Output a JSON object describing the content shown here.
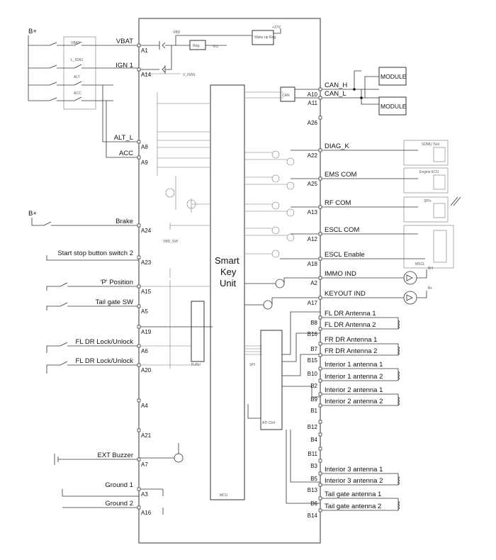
{
  "unit_title": [
    "Smart",
    "Key",
    "Unit"
  ],
  "mcu_label": "MCU",
  "supply": {
    "b_plus": "B+",
    "vbd": "VBD",
    "plus37v": "+37V",
    "vcc": "Vcc",
    "reg": "Reg.",
    "wakeup": "Wake up Reg.",
    "v_ign1": "V_IGN1",
    "vbd_sw": "VBD_SW"
  },
  "switches": [
    "VBAT",
    "L_IGN1",
    "ALT",
    "ACC"
  ],
  "left_pins": [
    {
      "signal": "VBAT",
      "pin": "A1"
    },
    {
      "signal": "IGN 1",
      "pin": "A14"
    },
    {
      "signal": "ALT_L",
      "pin": "A8"
    },
    {
      "signal": "ACC",
      "pin": "A9"
    },
    {
      "signal": "Brake",
      "pin": "A24"
    },
    {
      "signal": "Start stop button switch 2",
      "pin": "A23"
    },
    {
      "signal": "'P' Position",
      "pin": "A15"
    },
    {
      "signal": "Tail gate SW",
      "pin": "A5"
    },
    {
      "signal": "",
      "pin": "A19"
    },
    {
      "signal": "FL DR Lock/Unlock",
      "pin": "A6"
    },
    {
      "signal": "FL DR Lock/Unlock",
      "pin": "A20"
    },
    {
      "signal": "",
      "pin": "A4"
    },
    {
      "signal": "",
      "pin": "A21"
    },
    {
      "signal": "EXT Buzzer",
      "pin": "A7"
    },
    {
      "signal": "Ground 1",
      "pin": "A3"
    },
    {
      "signal": "Ground 2",
      "pin": "A16"
    }
  ],
  "right_pins": [
    {
      "signal": "CAN_H",
      "pin": "A10"
    },
    {
      "signal": "CAN_L",
      "pin": "A11"
    },
    {
      "signal": "",
      "pin": "A26"
    },
    {
      "signal": "DIAG_K",
      "pin": "A22"
    },
    {
      "signal": "EMS COM",
      "pin": "A25"
    },
    {
      "signal": "RF COM",
      "pin": "A13"
    },
    {
      "signal": "ESCL COM",
      "pin": "A12"
    },
    {
      "signal": "ESCL Enable",
      "pin": "A18"
    },
    {
      "signal": "IMMO IND",
      "pin": "A2"
    },
    {
      "signal": "KEYOUT IND",
      "pin": "A17"
    },
    {
      "signal": "FL DR Antenna 1",
      "pin": "B8"
    },
    {
      "signal": "FL DR Antenna 2",
      "pin": "B16"
    },
    {
      "signal": "FR DR Antenna 1",
      "pin": "B7"
    },
    {
      "signal": "FR DR Antenna 2",
      "pin": "B15"
    },
    {
      "signal": "Interior 1 antenna 1",
      "pin": "B10"
    },
    {
      "signal": "Interior 1 antenna 2",
      "pin": "B2"
    },
    {
      "signal": "Interior 2 antenna 1",
      "pin": "B9"
    },
    {
      "signal": "Interior 2 antenna 2",
      "pin": "B1"
    },
    {
      "signal": "",
      "pin": "B12"
    },
    {
      "signal": "",
      "pin": "B4"
    },
    {
      "signal": "",
      "pin": "B11"
    },
    {
      "signal": "",
      "pin": "B3"
    },
    {
      "signal": "Interior 3 antenna 1",
      "pin": "B5"
    },
    {
      "signal": "Interior 3 antenna 2",
      "pin": "B13"
    },
    {
      "signal": "Tail gate antenna 1",
      "pin": "B6"
    },
    {
      "signal": "Tail gate antenna 2",
      "pin": "B14"
    }
  ],
  "modules": [
    "MODULE",
    "MODULE"
  ],
  "ext_boxes": [
    "SDMU Tool",
    "Engine ECU",
    "SPI+",
    "MSCL"
  ],
  "internal_labels": {
    "can": "CAN",
    "buffer": "Buffer",
    "spi": "SPI",
    "ati": "ATI C64",
    "bh": "BH",
    "b_plus_small": "B+"
  }
}
